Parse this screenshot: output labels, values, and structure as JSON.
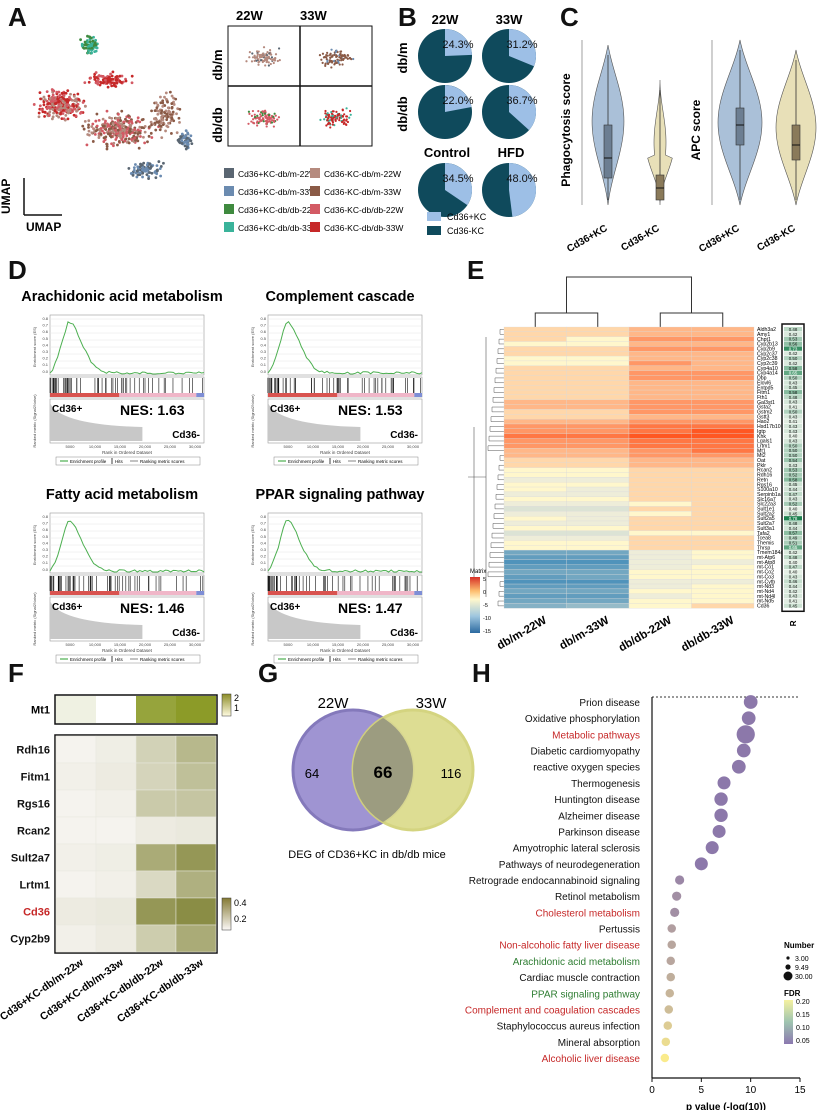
{
  "panel_labels": {
    "A": "A",
    "B": "B",
    "C": "C",
    "D": "D",
    "E": "E",
    "F": "F",
    "G": "G",
    "H": "H"
  },
  "panelA": {
    "axis_y": "UMAP",
    "axis_x": "UMAP",
    "col_headers": [
      "22W",
      "33W"
    ],
    "row_headers": [
      "db/m",
      "db/db"
    ],
    "legend": [
      {
        "label": "Cd36+KC-db/m-22W",
        "color": "#5a6672"
      },
      {
        "label": "Cd36-KC-db/m-22W",
        "color": "#b58a7e"
      },
      {
        "label": "Cd36+KC-db/m-33W",
        "color": "#6b8bb0"
      },
      {
        "label": "Cd36-KC-db/m-33W",
        "color": "#8a5a46"
      },
      {
        "label": "Cd36+KC-db/db-22W",
        "color": "#3f8a3f"
      },
      {
        "label": "Cd36-KC-db/db-22W",
        "color": "#d35a64"
      },
      {
        "label": "Cd36+KC-db/db-33W",
        "color": "#3ab39a"
      },
      {
        "label": "Cd36-KC-db/db-33W",
        "color": "#c62828"
      }
    ]
  },
  "panelB": {
    "col_headers": [
      "22W",
      "33W"
    ],
    "row_labels": [
      "db/m",
      "db/db"
    ],
    "bottom_headers": [
      "Control",
      "HFD"
    ],
    "pies": [
      {
        "label": "24.3%",
        "value": 24.3
      },
      {
        "label": "31.2%",
        "value": 31.2
      },
      {
        "label": "22.0%",
        "value": 22.0
      },
      {
        "label": "36.7%",
        "value": 36.7
      },
      {
        "label": "34.5%",
        "value": 34.5
      },
      {
        "label": "48.0%",
        "value": 48.0
      }
    ],
    "legend": [
      {
        "label": "Cd36+KC",
        "color": "#9dbfe6"
      },
      {
        "label": "Cd36-KC",
        "color": "#0f4a5c"
      }
    ]
  },
  "panelC": {
    "plots": [
      {
        "ylabel": "Phagocytosis score",
        "groups": [
          "Cd36+KC",
          "Cd36-KC"
        ]
      },
      {
        "ylabel": "APC score",
        "groups": [
          "Cd36+KC",
          "Cd36-KC"
        ]
      }
    ],
    "colors": {
      "pos": "#aac0d8",
      "neg": "#e8e0b8",
      "pos_box": "#6c7e92",
      "neg_box": "#8a7a5a"
    }
  },
  "panelD": {
    "plots": [
      {
        "title": "Arachidonic acid metabolism",
        "nes": "NES: 1.63"
      },
      {
        "title": "Complement cascade",
        "nes": "NES: 1.53"
      },
      {
        "title": "Fatty acid metabolism",
        "nes": "NES: 1.46"
      },
      {
        "title": "PPAR signaling pathway",
        "nes": "NES: 1.47"
      }
    ],
    "left_tag": "Cd36+",
    "right_tag": "Cd36-",
    "ylabel_top": "Enrichment score (ES)",
    "ylabel_bottom": "Ranked metric (Signal2Noise)",
    "xlabel": "Rank in Ordered Dataset",
    "xticks": [
      "5000",
      "10,000",
      "15,000",
      "20,000",
      "25,000",
      "30,000"
    ],
    "yticks": [
      "0.8",
      "0.7",
      "0.6",
      "0.5",
      "0.4",
      "0.3",
      "0.2",
      "0.1",
      "0.0"
    ],
    "legend": [
      "Enrichment profile",
      "Hits",
      "Ranking metric scores"
    ]
  },
  "panelE": {
    "matrix_label": "Matrix",
    "scale_ticks": [
      "5",
      "0",
      "-5",
      "-10",
      "-15"
    ],
    "columns": [
      "db/m-22W",
      "db/m-33W",
      "db/db-22W",
      "db/db-33W"
    ],
    "r_label": "R",
    "genes": [
      "Aldh3a2",
      "Amy1",
      "Chpt1",
      "Cyp2b13",
      "Cyp2b9",
      "Cyp2c37",
      "Cyp2c38",
      "Cyp2c39",
      "Cyp4a10",
      "Cyp4a14",
      "Dbp",
      "Elovl6",
      "Entpd5",
      "Fitm1",
      "Fth1",
      "Gal3st1",
      "Gsta2",
      "Gstm2",
      "Gstt3",
      "Hao2",
      "Hsd17b10",
      "Igtp",
      "Khk",
      "Lgals1",
      "Lrtm1",
      "Mt1",
      "Mt2",
      "Oat",
      "Pklr",
      "Rcan2",
      "Rdh16",
      "Retn",
      "Rgs16",
      "S100a10",
      "Serpinb1a",
      "Slc16a7",
      "Slc22a3",
      "Sult1e1",
      "Sult2a2",
      "Sult2a5",
      "Sult2a7",
      "Sult3a1",
      "Tafa2",
      "Tcea8",
      "Themis",
      "Thrsp",
      "Tmem184a",
      "mt-Atp6",
      "mt-Atp8",
      "mt-Co1",
      "mt-Co2",
      "mt-Co3",
      "mt-Cytb",
      "mt-Nd3",
      "mt-Nd4",
      "mt-Nd4l",
      "mt-Nd5",
      "Cd36"
    ],
    "r_values": [
      "0.48",
      "0.42",
      "0.53",
      "0.56",
      "0.73",
      "0.42",
      "0.50",
      "0.42",
      "0.58",
      "0.65",
      "0.50",
      "0.43",
      "0.45",
      "0.58",
      "0.48",
      "0.43",
      "0.41",
      "0.50",
      "0.43",
      "0.41",
      "0.43",
      "0.43",
      "0.40",
      "0.43",
      "0.50",
      "0.50",
      "0.50",
      "0.54",
      "0.43",
      "0.53",
      "0.52",
      "0.58",
      "0.45",
      "0.44",
      "0.47",
      "0.43",
      "0.52",
      "0.40",
      "0.45",
      "0.78",
      "0.48",
      "0.44",
      "0.57",
      "0.49",
      "0.51",
      "0.65",
      "0.42",
      "0.48",
      "0.40",
      "0.47",
      "0.40",
      "0.43",
      "0.46",
      "0.44",
      "0.42",
      "0.43",
      "0.41",
      "0.45"
    ],
    "matrix": [
      [
        1,
        1,
        2,
        2
      ],
      [
        1,
        1,
        2,
        2
      ],
      [
        1,
        0,
        3,
        3
      ],
      [
        0,
        0,
        2,
        2
      ],
      [
        1,
        1,
        3,
        3
      ],
      [
        1,
        1,
        2,
        2
      ],
      [
        0,
        0,
        2,
        2
      ],
      [
        0,
        0,
        3,
        2
      ],
      [
        1,
        1,
        2,
        2
      ],
      [
        1,
        1,
        3,
        3
      ],
      [
        1,
        1,
        3,
        3
      ],
      [
        1,
        1,
        2,
        2
      ],
      [
        1,
        1,
        2,
        2
      ],
      [
        1,
        1,
        2,
        2
      ],
      [
        1,
        1,
        2,
        2
      ],
      [
        2,
        2,
        3,
        3
      ],
      [
        2,
        2,
        3,
        3
      ],
      [
        1,
        1,
        3,
        3
      ],
      [
        1,
        1,
        2,
        2
      ],
      [
        2,
        2,
        3,
        3
      ],
      [
        3,
        3,
        4,
        4
      ],
      [
        3,
        3,
        4,
        5
      ],
      [
        4,
        4,
        5,
        5
      ],
      [
        3,
        3,
        4,
        4
      ],
      [
        3,
        3,
        4,
        4
      ],
      [
        2,
        2,
        3,
        4
      ],
      [
        2,
        2,
        3,
        3
      ],
      [
        1,
        1,
        2,
        2
      ],
      [
        1,
        1,
        2,
        2
      ],
      [
        0,
        0,
        1,
        1
      ],
      [
        0,
        0,
        1,
        1
      ],
      [
        -1,
        -1,
        1,
        1
      ],
      [
        0,
        0,
        1,
        1
      ],
      [
        0,
        -1,
        1,
        1
      ],
      [
        -1,
        -1,
        1,
        1
      ],
      [
        0,
        0,
        1,
        1
      ],
      [
        -1,
        -1,
        0,
        1
      ],
      [
        -2,
        -2,
        1,
        1
      ],
      [
        -1,
        -1,
        0,
        1
      ],
      [
        0,
        -1,
        1,
        1
      ],
      [
        -1,
        -1,
        1,
        1
      ],
      [
        0,
        0,
        1,
        1
      ],
      [
        -2,
        -2,
        0,
        0
      ],
      [
        -1,
        -1,
        1,
        1
      ],
      [
        0,
        0,
        1,
        1
      ],
      [
        0,
        0,
        1,
        1
      ],
      [
        -8,
        -8,
        -1,
        0
      ],
      [
        -9,
        -9,
        -1,
        0
      ],
      [
        -10,
        -10,
        -1,
        -1
      ],
      [
        -9,
        -9,
        -1,
        0
      ],
      [
        -8,
        -8,
        0,
        0
      ],
      [
        -9,
        -8,
        0,
        0
      ],
      [
        -10,
        -10,
        -1,
        -1
      ],
      [
        -9,
        -9,
        -1,
        0
      ],
      [
        -8,
        -8,
        0,
        0
      ],
      [
        -9,
        -9,
        -1,
        0
      ],
      [
        -8,
        -8,
        0,
        0
      ],
      [
        -7,
        -6,
        0,
        1
      ]
    ]
  },
  "panelF": {
    "genes_top": [
      "Mt1"
    ],
    "genes": [
      "Rdh16",
      "Fitm1",
      "Rgs16",
      "Rcan2",
      "Sult2a7",
      "Lrtm1",
      "Cd36",
      "Cyp2b9"
    ],
    "highlight_gene": "Cd36",
    "highlight_color": "#c62828",
    "columns": [
      "Cd36+KC-db/m-22w",
      "Cd36+KC-db/m-33w",
      "Cd36+KC-db/db-22w",
      "Cd36+KC-db/db-33w"
    ],
    "top_values": [
      [
        0.3,
        0.0,
        2.0,
        2.2
      ]
    ],
    "values": [
      [
        0.02,
        0.04,
        0.15,
        0.25
      ],
      [
        0.03,
        0.05,
        0.14,
        0.22
      ],
      [
        0.02,
        0.03,
        0.18,
        0.2
      ],
      [
        0.02,
        0.02,
        0.05,
        0.06
      ],
      [
        0.03,
        0.04,
        0.3,
        0.38
      ],
      [
        0.02,
        0.03,
        0.12,
        0.28
      ],
      [
        0.05,
        0.06,
        0.38,
        0.42
      ],
      [
        0.03,
        0.05,
        0.17,
        0.3
      ]
    ],
    "scale_top": [
      "2",
      "1"
    ],
    "scale_bottom": [
      "0.4",
      "0.2"
    ]
  },
  "panelG": {
    "set_a": "22W",
    "set_b": "33W",
    "only_a": "64",
    "both": "66",
    "only_b": "116",
    "caption": "DEG of CD36+KC in db/db mice",
    "colors": {
      "a": "#9a8fd0",
      "b": "#dcdc8e",
      "overlap": "#9c9c80"
    }
  },
  "panelH": {
    "terms": [
      {
        "name": "Prion disease",
        "p": 10.0,
        "size": 14,
        "fdr": 0.05,
        "color": "#111111"
      },
      {
        "name": "Oxidative phosphorylation",
        "p": 9.8,
        "size": 14,
        "fdr": 0.05,
        "color": "#111111"
      },
      {
        "name": "Metabolic pathways",
        "p": 9.5,
        "size": 30,
        "fdr": 0.05,
        "color": "#c62828"
      },
      {
        "name": "Diabetic cardiomyopathy",
        "p": 9.3,
        "size": 14,
        "fdr": 0.05,
        "color": "#111111"
      },
      {
        "name": "reactive oxygen species",
        "p": 8.8,
        "size": 14,
        "fdr": 0.05,
        "color": "#111111"
      },
      {
        "name": "Thermogenesis",
        "p": 7.3,
        "size": 12,
        "fdr": 0.05,
        "color": "#111111"
      },
      {
        "name": "Huntington disease",
        "p": 7.0,
        "size": 13,
        "fdr": 0.05,
        "color": "#111111"
      },
      {
        "name": "Alzheimer disease",
        "p": 7.0,
        "size": 13,
        "fdr": 0.05,
        "color": "#111111"
      },
      {
        "name": "Parkinson disease",
        "p": 6.8,
        "size": 12,
        "fdr": 0.05,
        "color": "#111111"
      },
      {
        "name": "Amyotrophic lateral sclerosis",
        "p": 6.1,
        "size": 12,
        "fdr": 0.05,
        "color": "#111111"
      },
      {
        "name": "Pathways of neurodegeneration",
        "p": 5.0,
        "size": 12,
        "fdr": 0.05,
        "color": "#111111"
      },
      {
        "name": "Retrograde endocannabinoid signaling",
        "p": 2.8,
        "size": 4,
        "fdr": 0.07,
        "color": "#111111"
      },
      {
        "name": "Retinol metabolism",
        "p": 2.5,
        "size": 4,
        "fdr": 0.08,
        "color": "#111111"
      },
      {
        "name": "Cholesterol metabolism",
        "p": 2.3,
        "size": 4,
        "fdr": 0.08,
        "color": "#c62828"
      },
      {
        "name": "Pertussis",
        "p": 2.0,
        "size": 3,
        "fdr": 0.1,
        "color": "#111111"
      },
      {
        "name": "Non-alcoholic fatty liver disease",
        "p": 2.0,
        "size": 3,
        "fdr": 0.11,
        "color": "#c62828"
      },
      {
        "name": "Arachidonic acid metabolism",
        "p": 1.9,
        "size": 3,
        "fdr": 0.11,
        "color": "#2e7d32"
      },
      {
        "name": "Cardiac muscle contraction",
        "p": 1.9,
        "size": 3,
        "fdr": 0.12,
        "color": "#111111"
      },
      {
        "name": "PPAR signaling pathway",
        "p": 1.8,
        "size": 3,
        "fdr": 0.13,
        "color": "#2e7d32"
      },
      {
        "name": "Complement and coagulation cascades",
        "p": 1.7,
        "size": 3,
        "fdr": 0.14,
        "color": "#c62828"
      },
      {
        "name": "Staphylococcus aureus infection",
        "p": 1.6,
        "size": 3,
        "fdr": 0.16,
        "color": "#111111"
      },
      {
        "name": "Mineral absorption",
        "p": 1.4,
        "size": 3,
        "fdr": 0.18,
        "color": "#111111"
      },
      {
        "name": "Alcoholic liver disease",
        "p": 1.3,
        "size": 3,
        "fdr": 0.2,
        "color": "#c62828"
      }
    ],
    "xlabel": "p value (-log(10))",
    "xticks": [
      "0",
      "5",
      "10",
      "15"
    ],
    "xlim": [
      0,
      15
    ],
    "legend_number_title": "Number",
    "legend_numbers": [
      "3.00",
      "9.49",
      "30.00"
    ],
    "legend_fdr_title": "FDR",
    "legend_fdr_ticks": [
      "0.20",
      "0.15",
      "0.10",
      "0.05"
    ]
  }
}
